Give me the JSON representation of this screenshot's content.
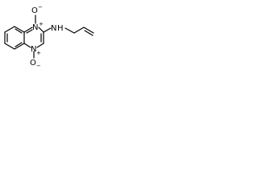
{
  "structure": {
    "atoms": {
      "n1": "N",
      "n1_charge": "+",
      "o1": "O",
      "o1_charge": "−",
      "n4": "N",
      "n4_charge": "+",
      "o4": "O",
      "o4_charge": "−",
      "amine_n": "N",
      "amine_h": "H"
    }
  }
}
